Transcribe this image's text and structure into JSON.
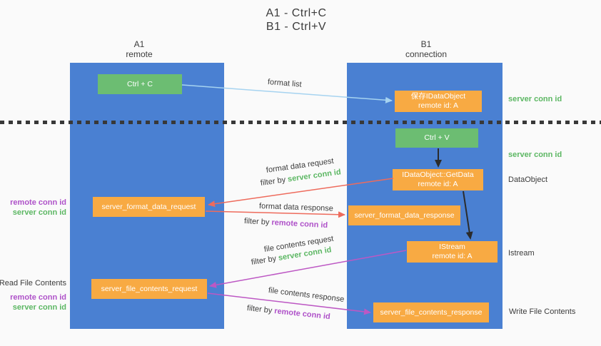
{
  "title": {
    "line1": "A1 - Ctrl+C",
    "line2": "B1 - Ctrl+V"
  },
  "columns": {
    "left": {
      "name": "A1",
      "role": "remote"
    },
    "right": {
      "name": "B1",
      "role": "connection"
    }
  },
  "nodes": {
    "ctrl_c": "Ctrl + C",
    "ctrl_v": "Ctrl + V",
    "save_dataobject": {
      "line1": "保存IDataObject",
      "line2": "remote id: A"
    },
    "getdata": {
      "line1": "IDataObject::GetData",
      "line2": "remote id: A"
    },
    "istream": {
      "line1": "IStream",
      "line2": "remote id: A"
    },
    "format_request": "server_format_data_request",
    "format_response": "server_format_data_response",
    "file_request": "server_file_contents_request",
    "file_response": "server_file_contents_response"
  },
  "flow_labels": {
    "format_list": "format list",
    "format_data_request": "format data request",
    "format_data_response": "format data response",
    "file_contents_request": "file contents request",
    "file_contents_response": "file contents response",
    "filter_by": "filter by",
    "server_conn_id": "server conn id",
    "remote_conn_id": "remote conn id"
  },
  "side_labels": {
    "server_conn_id_top": "server conn id",
    "server_conn_id_mid": "server conn id",
    "dataobject": "DataObject",
    "istream": "Istream",
    "write_file_contents": "Write File Contents",
    "read_file_contents": "Read File Contents",
    "remote_conn_id": "remote conn id",
    "server_conn_id": "server conn id"
  },
  "colors": {
    "background": "#fafafa",
    "column_blue": "#4a80d2",
    "green_box": "#6cbd72",
    "orange_box": "#f8aa43",
    "green_text": "#5cb763",
    "purple_text": "#af52c9",
    "red_arrow": "#ee6b5c",
    "magenta_arrow": "#bd58c4",
    "light_blue_arrow": "#a6d3f0",
    "black_arrow": "#2b2b2b",
    "text": "#3c3c3c"
  }
}
